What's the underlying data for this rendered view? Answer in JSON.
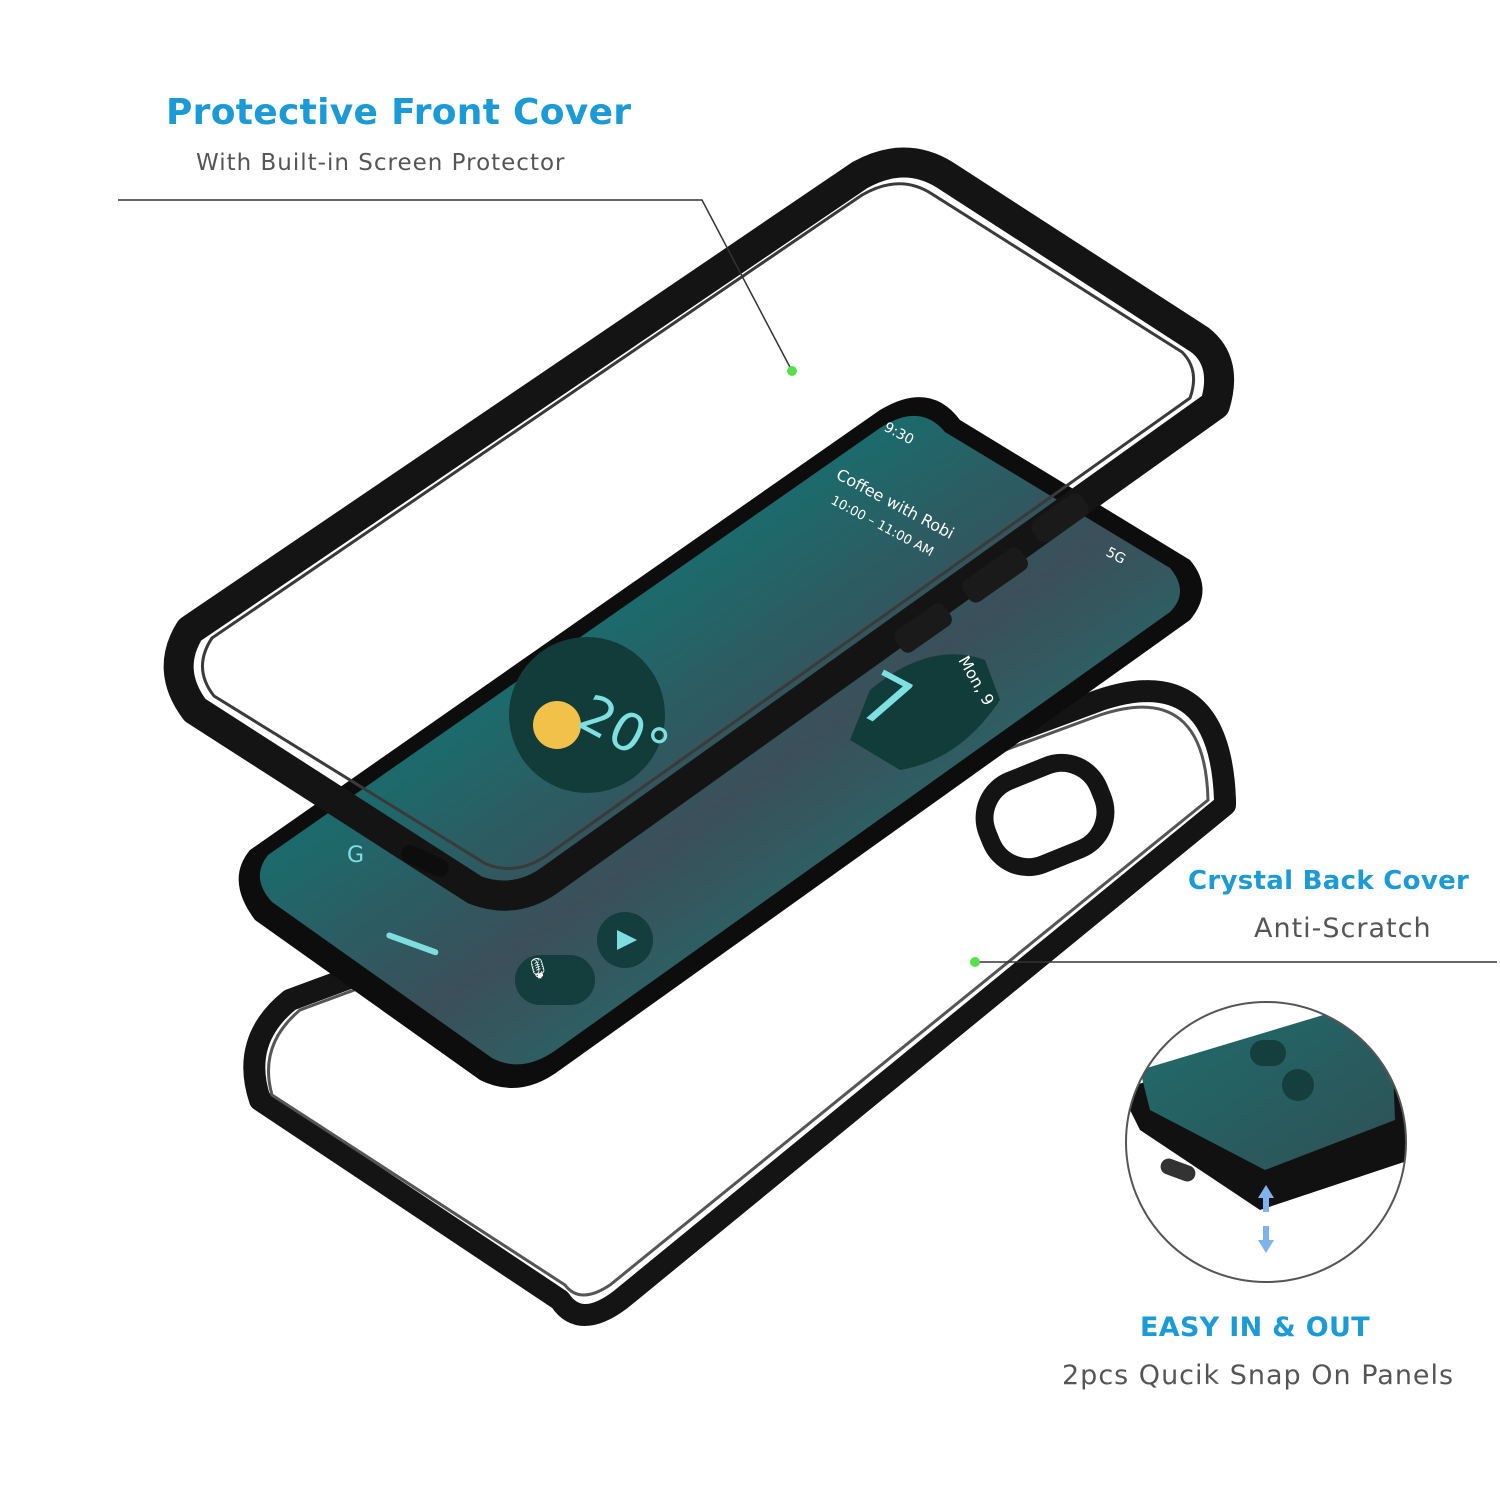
{
  "callouts": {
    "front": {
      "title": "Protective Front Cover",
      "subtitle": "With Built-in Screen Protector"
    },
    "back": {
      "title": "Crystal Back Cover",
      "subtitle": "Anti-Scratch"
    },
    "easy": {
      "title": "EASY IN & OUT",
      "subtitle": "2pcs Qucik Snap On Panels"
    }
  },
  "phone_screen": {
    "clock": "9:30",
    "event_title": "Coffee with Robi",
    "event_time": "10:00 – 11:00 AM",
    "network": "5G",
    "temperature": "20°",
    "day": "Mon, 9",
    "date_digit": "7",
    "search_icon": "google-g-icon"
  },
  "colors": {
    "title_blue": "#1a9ad6",
    "subtitle_gray": "#555555",
    "leader_line": "#333333",
    "dot_green": "#57e04a",
    "case_black": "#141414",
    "screen_teal": "#1f6b6b",
    "arrow_blue": "#7fb3ee"
  }
}
